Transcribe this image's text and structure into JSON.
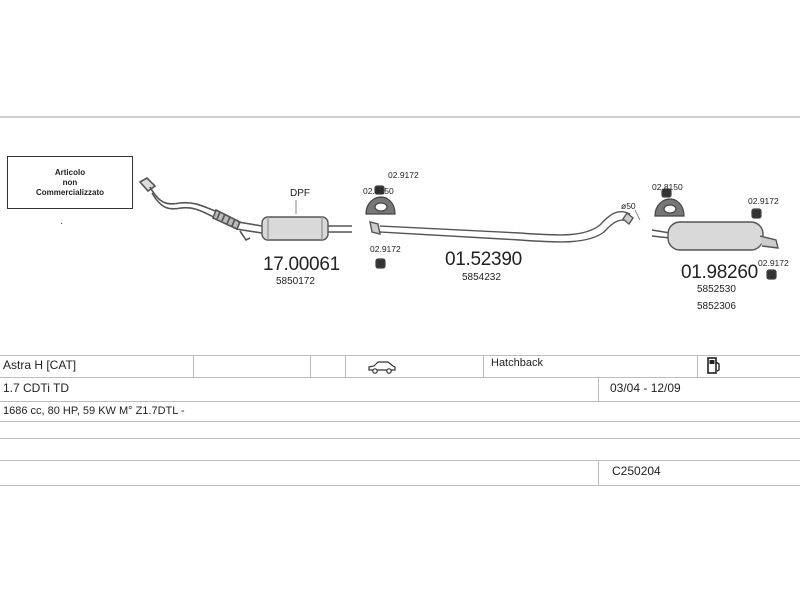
{
  "note_box": {
    "line1": "Articolo",
    "line2": "non",
    "line3": "Commercializzato"
  },
  "parts": {
    "dpf_label": "DPF",
    "front_pipe_number": "17.00061",
    "front_pipe_oem": "5850172",
    "middle_pipe_number": "01.52390",
    "middle_pipe_oem": "5854232",
    "rear_muffler_number": "01.98260",
    "rear_muffler_oem_1": "5852530",
    "rear_muffler_oem_2": "5852306",
    "hanger_1": "02.9172",
    "clamp_1": "02.8150",
    "hanger_2": "02.9172",
    "diameter": "ø50",
    "clamp_2": "02.8150",
    "hanger_3": "02.9172",
    "hanger_4": "02.9172"
  },
  "table": {
    "model": "Astra H  [CAT]",
    "body": "Hatchback",
    "engine": "1.7 CDTi TD",
    "years": "03/04 - 12/09",
    "specs": "1686 cc, 80 HP, 59 KW M° Z1.7DTL -",
    "code": "C250204"
  }
}
